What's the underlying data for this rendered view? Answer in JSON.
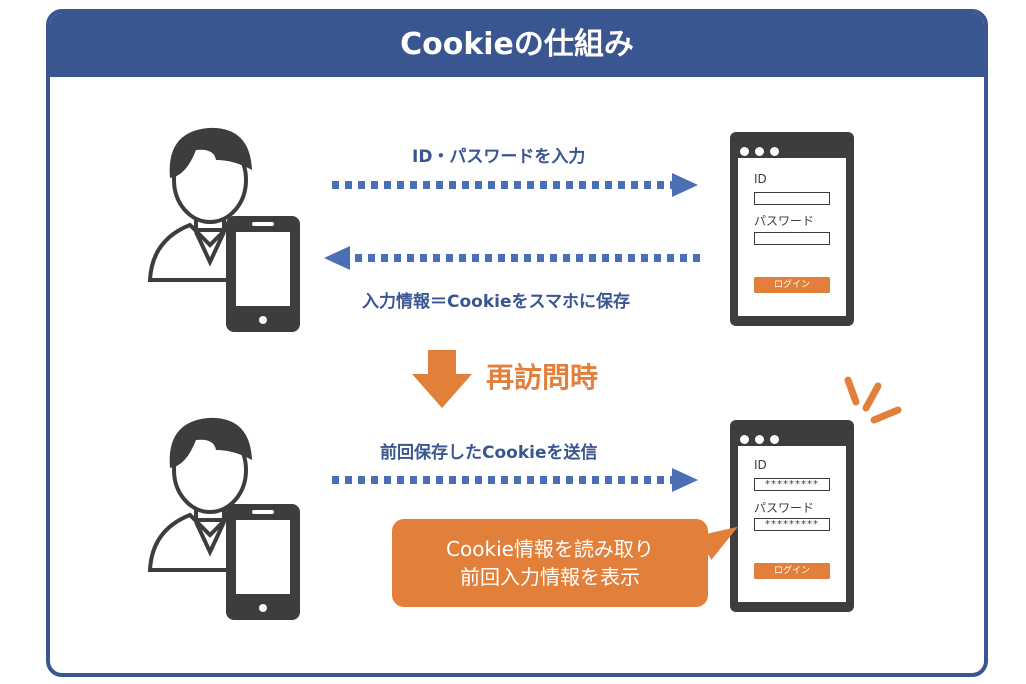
{
  "title": "Cookieの仕組み",
  "labels": {
    "send_id": "ID・パスワードを入力",
    "save_cookie": "入力情報＝Cookieをスマホに保存",
    "revisit": "再訪問時",
    "send_cookie": "前回保存したCookieを送信"
  },
  "bubble": {
    "line1": "Cookie情報を読み取り",
    "line2": "前回入力情報を表示"
  },
  "form_top": {
    "id_label": "ID",
    "password_label": "パスワード",
    "id_value": "",
    "password_value": "",
    "login_button": "ログイン"
  },
  "form_bottom": {
    "id_label": "ID",
    "password_label": "パスワード",
    "id_value": "*********",
    "password_value": "*********",
    "login_button": "ログイン"
  },
  "colors": {
    "primary": "#3a5690",
    "accent": "#e27f3a",
    "dark": "#3d3d3d",
    "arrow": "#4a6fb5"
  }
}
